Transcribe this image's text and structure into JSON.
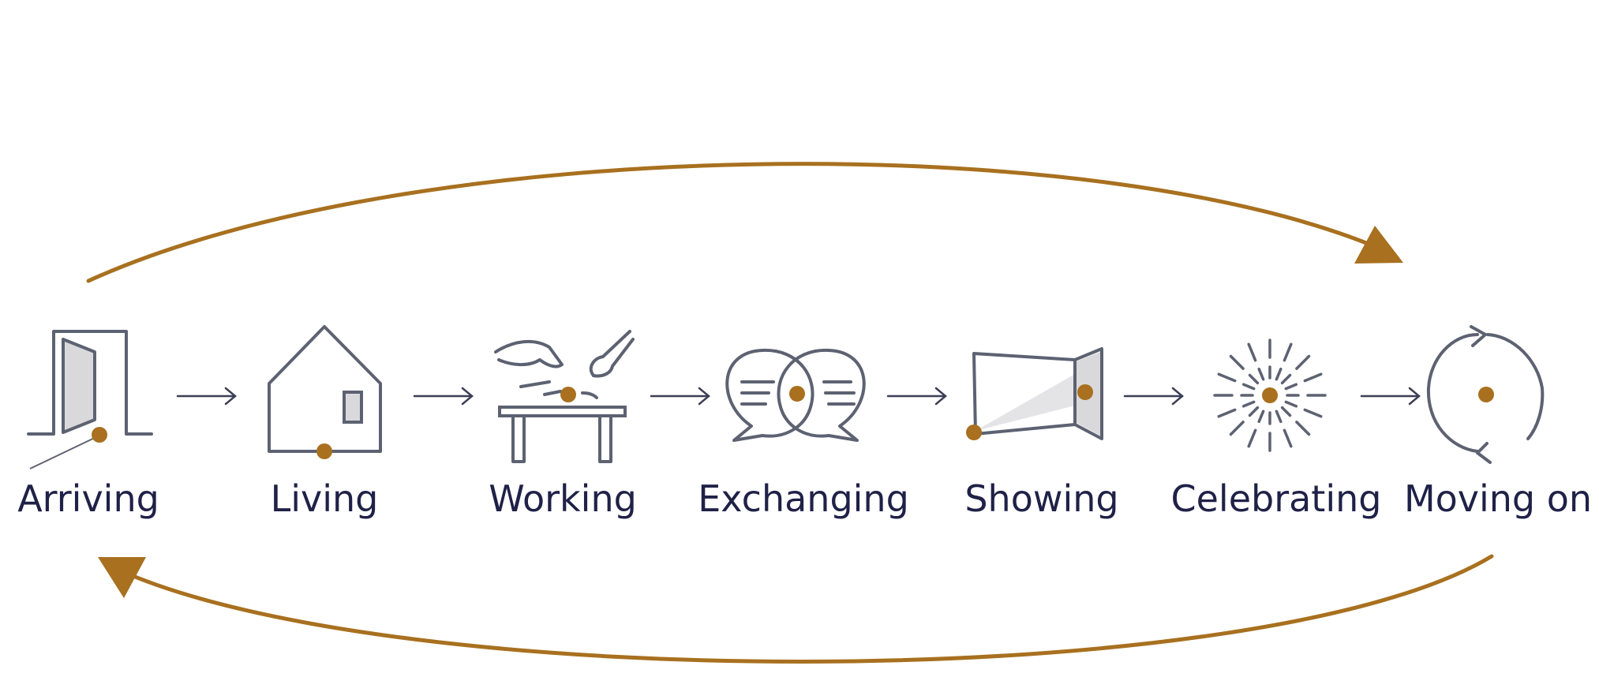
{
  "colors": {
    "accent": "#a8701f",
    "icon": "#5d6272",
    "label": "#1f2147",
    "connector": "#3c3f55"
  },
  "stages": [
    {
      "label": "Arriving",
      "icon": "door-icon"
    },
    {
      "label": "Living",
      "icon": "house-icon"
    },
    {
      "label": "Working",
      "icon": "workbench-icon"
    },
    {
      "label": "Exchanging",
      "icon": "speech-bubbles-icon"
    },
    {
      "label": "Showing",
      "icon": "projector-icon"
    },
    {
      "label": "Celebrating",
      "icon": "burst-icon"
    },
    {
      "label": "Moving on",
      "icon": "cycle-icon"
    }
  ],
  "flow": {
    "forward_arrow": "Arriving to Moving on",
    "return_arrow": "Moving on to Arriving"
  }
}
